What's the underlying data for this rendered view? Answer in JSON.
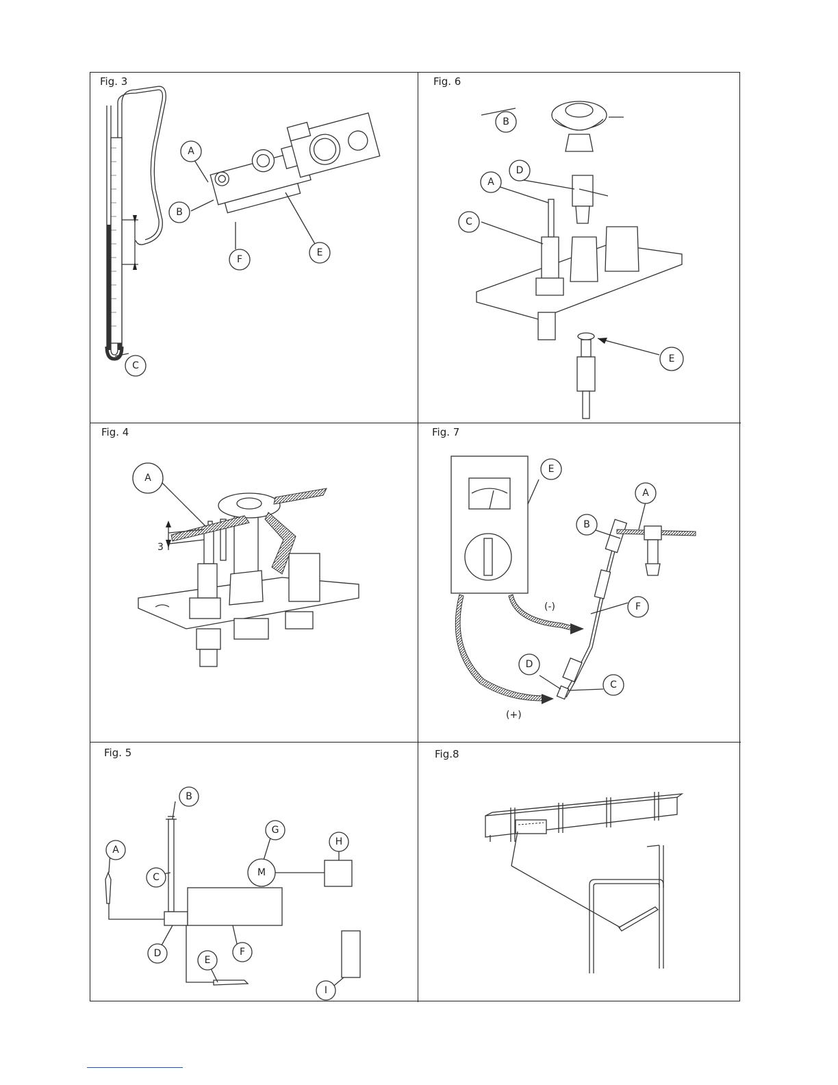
{
  "figures": {
    "fig3": {
      "title": "Fig. 3",
      "callouts": [
        "A",
        "B",
        "C",
        "E",
        "F"
      ]
    },
    "fig6": {
      "title": "Fig. 6",
      "callouts": [
        "A",
        "B",
        "C",
        "D",
        "E"
      ]
    },
    "fig4": {
      "title": "Fig. 4",
      "callouts": [
        "A"
      ],
      "dimension": "3"
    },
    "fig7": {
      "title": "Fig. 7",
      "callouts": [
        "A",
        "B",
        "C",
        "D",
        "E",
        "F"
      ],
      "negative": "(-)",
      "positive": "(+)"
    },
    "fig5": {
      "title": "Fig. 5",
      "callouts": [
        "A",
        "B",
        "C",
        "D",
        "E",
        "F",
        "G",
        "H",
        "I"
      ],
      "motor": "M"
    },
    "fig8": {
      "title": "Fig.8"
    }
  }
}
